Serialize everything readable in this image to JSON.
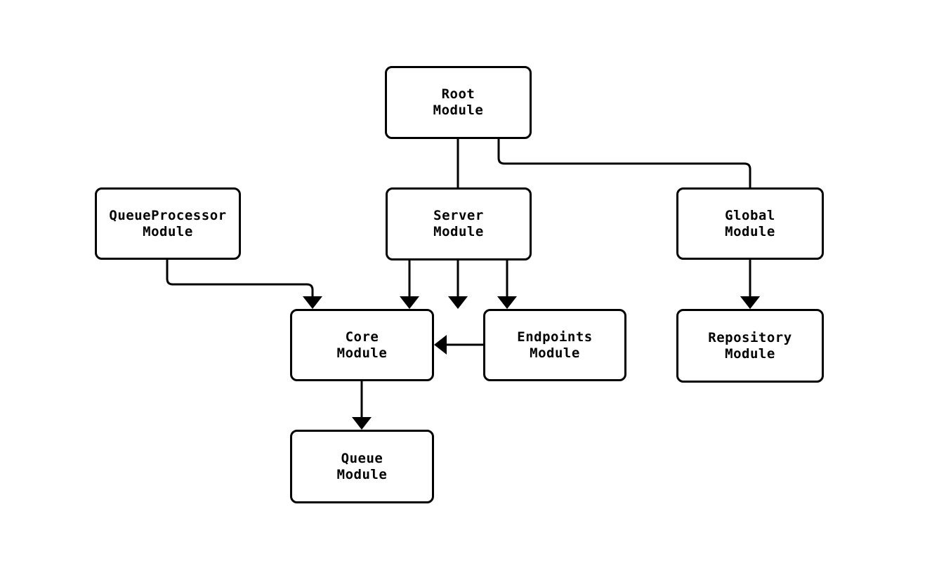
{
  "diagram": {
    "type": "module-dependency-graph",
    "background_color": "#ffffff",
    "stroke_color": "#000000",
    "node_fill_color": "#ffffff",
    "text_color": "#000000",
    "nodes": [
      {
        "id": "root",
        "label": "Root\nModule"
      },
      {
        "id": "queueprocessor",
        "label": "QueueProcessor\nModule"
      },
      {
        "id": "server",
        "label": "Server\nModule"
      },
      {
        "id": "global",
        "label": "Global\nModule"
      },
      {
        "id": "core",
        "label": "Core\nModule"
      },
      {
        "id": "endpoints",
        "label": "Endpoints\nModule"
      },
      {
        "id": "repository",
        "label": "Repository\nModule"
      },
      {
        "id": "queue",
        "label": "Queue\nModule"
      }
    ],
    "edges": [
      {
        "from": "root",
        "to": "server"
      },
      {
        "from": "root",
        "to": "global"
      },
      {
        "from": "queueprocessor",
        "to": "core"
      },
      {
        "from": "server",
        "to": "core"
      },
      {
        "from": "server",
        "to": "endpoints"
      },
      {
        "from": "endpoints",
        "to": "core"
      },
      {
        "from": "core",
        "to": "queue"
      },
      {
        "from": "global",
        "to": "repository"
      }
    ]
  }
}
